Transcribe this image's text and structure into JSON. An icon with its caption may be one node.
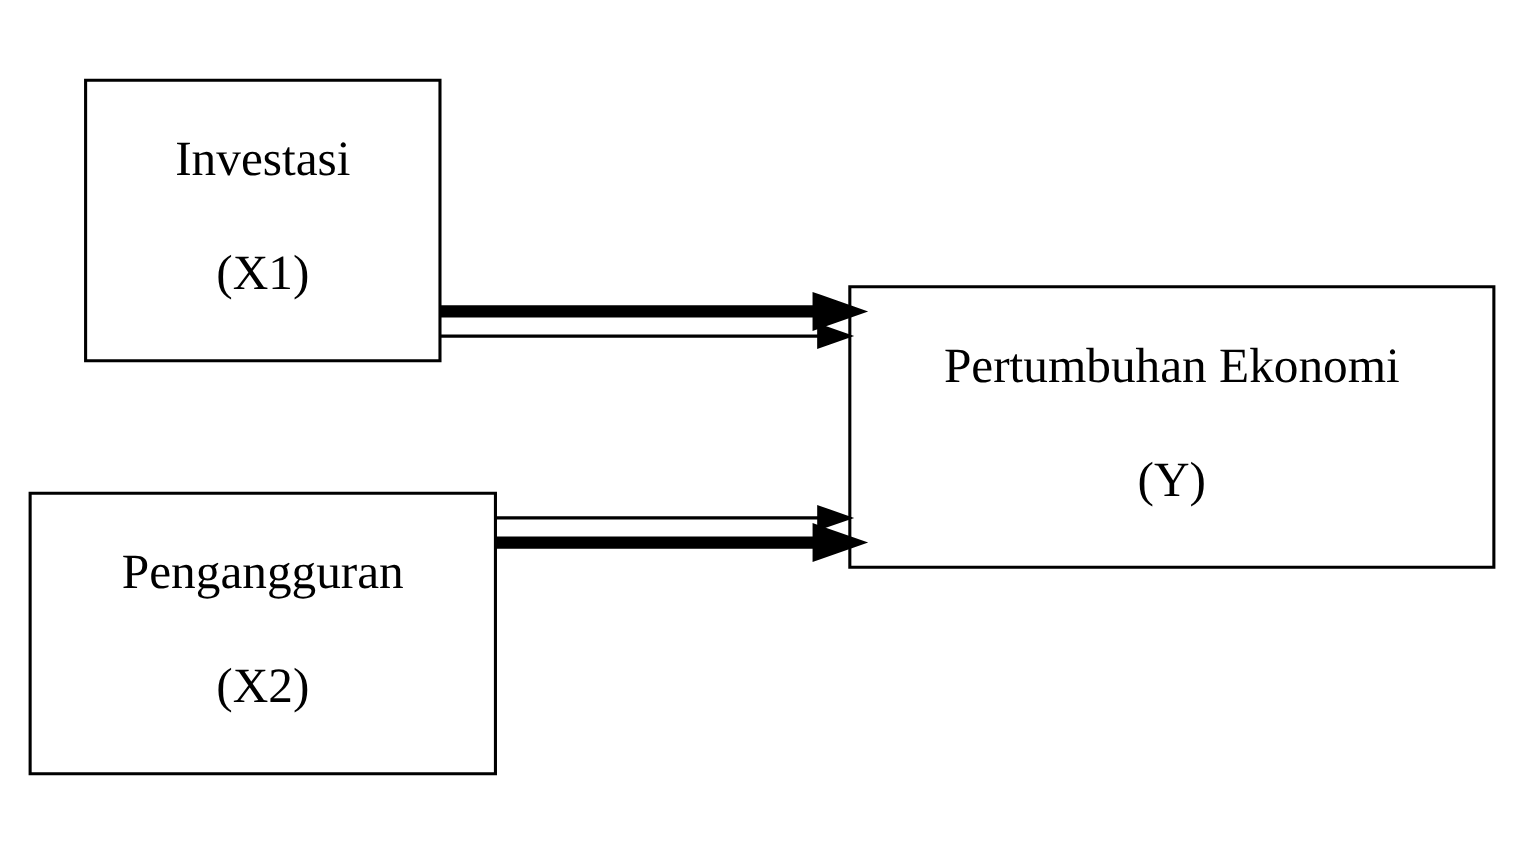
{
  "diagram": {
    "nodes": [
      {
        "text": [
          "Investasi",
          "(X1)"
        ]
      },
      {
        "text": [
          "Pengangguran",
          "(X2)"
        ]
      },
      {
        "text": [
          "Pertumbuhan Ekonomi",
          "(Y)"
        ]
      }
    ],
    "edges": [
      {
        "from": 0,
        "to": 2,
        "arrow": "to"
      },
      {
        "from": 0,
        "to": 2,
        "arrow": "to",
        "style": "thick"
      },
      {
        "from": 1,
        "to": 2,
        "arrow": "to",
        "style": "thick"
      },
      {
        "from": 1,
        "to": 2,
        "arrow": "to"
      }
    ]
  }
}
